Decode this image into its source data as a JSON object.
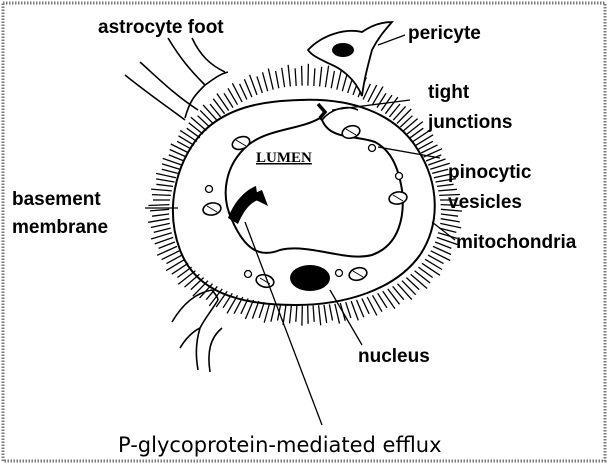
{
  "labels": {
    "astrocyte_foot": "astrocyte foot",
    "pericyte": "pericyte",
    "tight_junctions_line1": "tight",
    "tight_junctions_line2": "junctions",
    "pinocytic_line1": "pinocytic",
    "pinocytic_line2": "vesicles",
    "basement_line1": "basement",
    "basement_line2": "membrane",
    "mitochondria": "mitochondria",
    "lumen": "LUMEN",
    "nucleus": "nucleus",
    "efflux": "P-glycoprotein-mediated efflux"
  },
  "colors": {
    "frame": "#7a7a7a",
    "ink": "#000000",
    "background": "#ffffff"
  }
}
